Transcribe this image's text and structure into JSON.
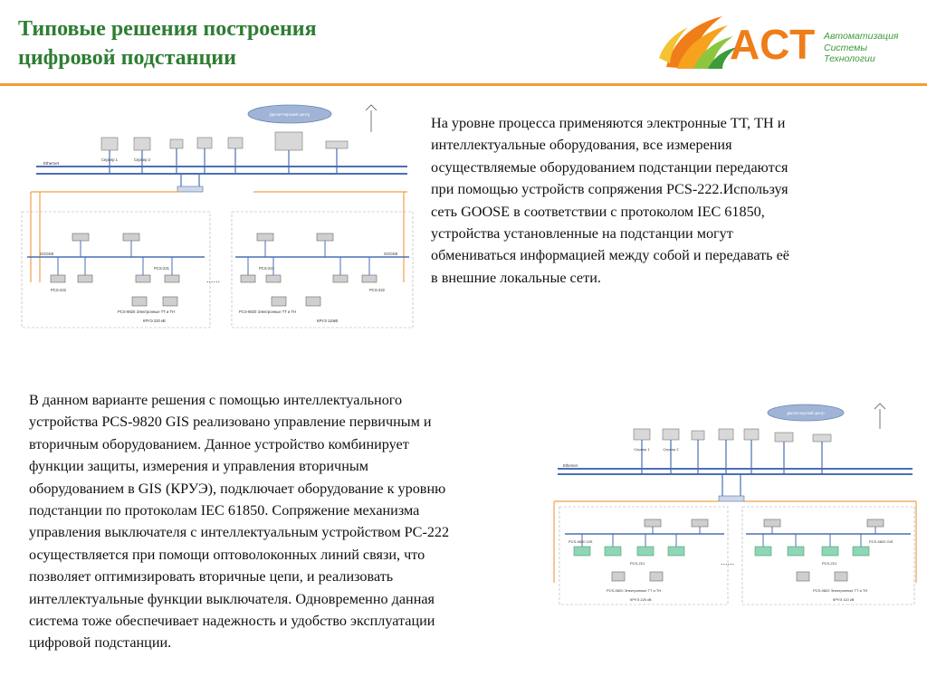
{
  "header": {
    "title_lines": [
      "Типовые решения построения",
      "цифровой подстанции"
    ]
  },
  "logo": {
    "name": "АСТ",
    "tagline": [
      "Автоматизация",
      "Системы",
      "Технологии"
    ]
  },
  "paragraph1": {
    "lines": [
      "На уровне процесса применяются электронные ТТ, ТН и",
      "интеллектуальные оборудования, все измерения",
      "осуществляемые оборудованием подстанции передаются",
      "при помощью устройств сопряжения PCS-222.Используя",
      "сеть GOOSE в соответствии с протоколом IEC 61850,",
      "устройства установленные на подстанции могут",
      "обмениваться информацией между собой и передавать её",
      "в внешние локальные сети."
    ]
  },
  "paragraph2": {
    "lines": [
      "В данном варианте решения с помощью интеллектуального",
      "устройства PCS-9820 GIS реализовано управление первичным и",
      "вторичным оборудованием. Данное устройство комбинирует",
      "функции защиты, измерения и управления вторичным",
      "оборудованием в GIS (КРУЭ), подключает оборудование к уровню",
      "подстанции по протоколам IEC 61850. Сопряжение механизма",
      "управления выключателя с интеллектуальным устройством PC-222",
      "осуществляется при помощи оптоволоконных линий связи, что",
      "позволяет оптимизировать вторичные цепи, и реализовать",
      "интеллектуальные функции выключателя. Одновременно данная",
      "система тоже обеспечивает надежность и удобство эксплуатации",
      "цифровой подстанции."
    ]
  },
  "diagram1": {
    "labels": {
      "cloud": "Диспетчерский центр",
      "server1": "Сервер 1",
      "server2": "Сервер 2",
      "ethernet": "Ethernet",
      "goose_left": "GOOSE",
      "goose_right": "GOOSE",
      "pcs_left": "PCS-221",
      "pcs_right": "PCS-221",
      "pcs222_left": "PCS-222",
      "pcs222_right": "PCS-222",
      "bottom_left": "PCS-9820 Электронные ТТ и ТН",
      "bottom_right": "PCS-9820 Электронные ТТ и ТН",
      "kru_left": "КРУЭ 220 кВ",
      "kru_right": "КРУЭ 110кВ",
      "dots": "......"
    }
  },
  "diagram2": {
    "labels": {
      "cloud": "Диспетчерский центр",
      "server1": "Сервер 1",
      "server2": "Сервер 2",
      "ethernet": "Ethernet",
      "pcs9820_left": "PCS-9820 GIS",
      "pcs9820_right": "PCS-9820 GIS",
      "pcs221_left": "PCS-221",
      "pcs221_right": "PCS-221",
      "bottom_left": "PCS-9820 Электронные ТТ и ТН",
      "bottom_right": "PCS-9820 Электронные ТТ и ТН",
      "kru_left": "КРУЭ 220 кВ",
      "kru_right": "КРУЭ 110 кВ",
      "dots": "......"
    }
  },
  "colors": {
    "title": "#2e7d32",
    "accent": "#f39c34",
    "logo_orange": "#ef7d18",
    "logo_green": "#3f9a3a",
    "bus_blue": "#4a6fb5",
    "link_orange": "#f0a048",
    "device_green": "#8fd6b4"
  }
}
